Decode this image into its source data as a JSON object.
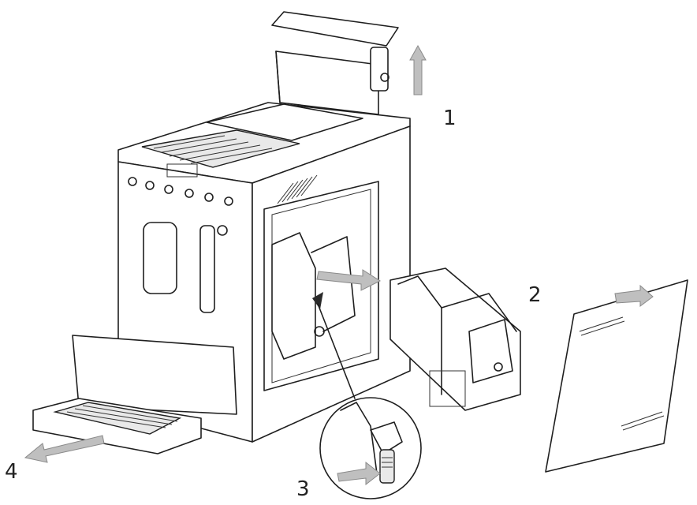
{
  "diagram": {
    "steps": [
      {
        "id": 1,
        "label": "1",
        "part": "bean-container-lid"
      },
      {
        "id": 2,
        "label": "2",
        "part": "brewing-unit"
      },
      {
        "id": 3,
        "label": "3",
        "part": "release-handle"
      },
      {
        "id": 4,
        "label": "4",
        "part": "drip-tray"
      }
    ],
    "colors": {
      "line": "#1f1f1f",
      "arrow_fill": "#bfbfbf",
      "arrow_stroke": "#8a8a8a",
      "background": "#ffffff"
    },
    "icons": [
      "up-arrow-icon",
      "right-arrow-icon",
      "down-left-arrow-icon",
      "push-arrow-icon"
    ]
  }
}
